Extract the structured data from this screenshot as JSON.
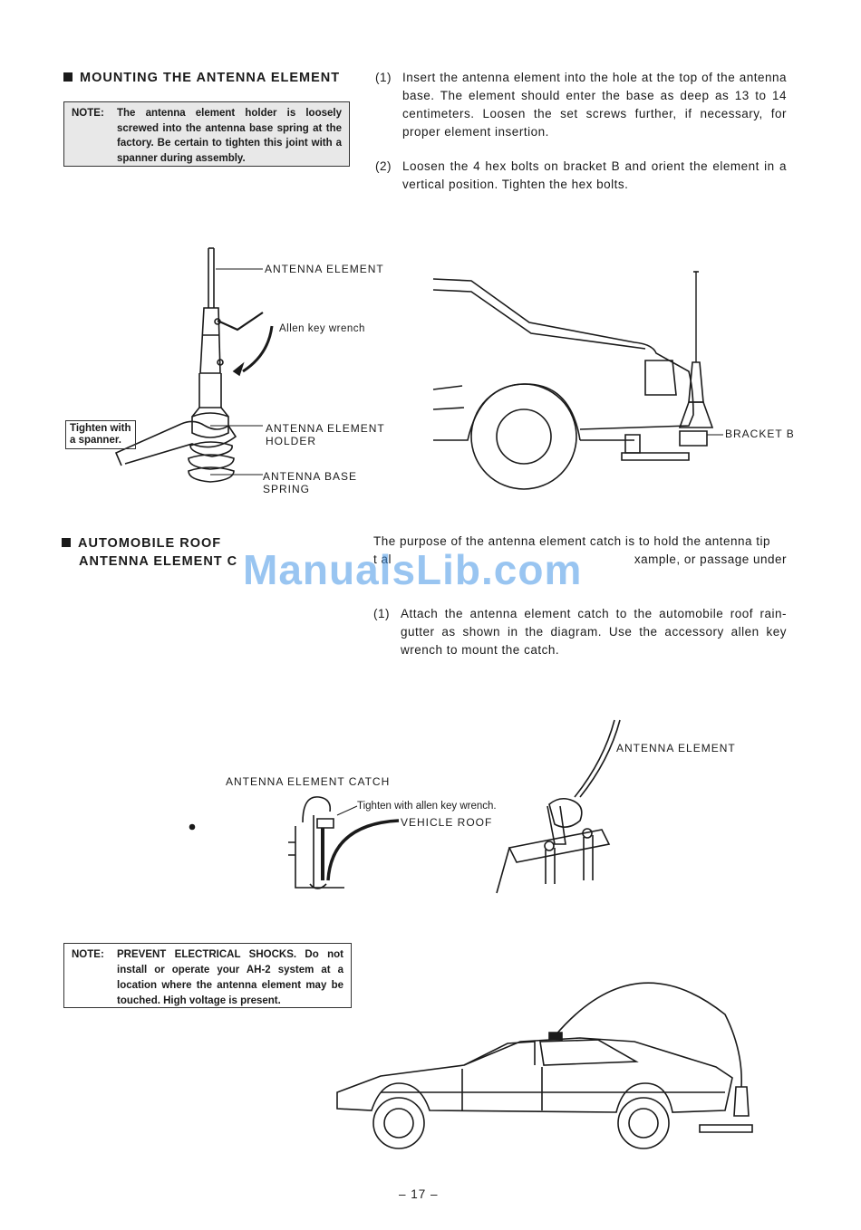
{
  "section1": {
    "heading": "MOUNTING THE ANTENNA ELEMENT",
    "note_label": "NOTE:",
    "note_text": "The antenna element holder is loosely screwed into the antenna base spring at the factory. Be certain to tighten this joint with a spanner during assembly.",
    "steps": [
      {
        "num": "(1)",
        "text": "Insert the antenna element into the hole at the top of the antenna base. The element should enter the base as deep as 13 to 14 centimeters. Loosen the set screws further, if necessary, for proper element insertion."
      },
      {
        "num": "(2)",
        "text": "Loosen the 4 hex bolts on bracket B and orient the element in a vertical position. Tighten the hex bolts."
      }
    ]
  },
  "figure1": {
    "antenna_element": "ANTENNA ELEMENT",
    "allen_key": "Allen key wrench",
    "tighten_spanner_1": "Tighten with",
    "tighten_spanner_2": "a spanner.",
    "holder_1": "ANTENNA ELEMENT",
    "holder_2": "HOLDER",
    "base_1": "ANTENNA BASE",
    "base_2": "SPRING",
    "bracket_b": "BRACKET B"
  },
  "section2": {
    "heading_1": "AUTOMOBILE ROOF",
    "heading_2": "ANTENNA ELEMENT C",
    "intro_1": "The purpose of the antenna element catch is to hold the antenna tip",
    "intro_2a": "t al",
    "intro_2b": "xample, or passage under",
    "steps": [
      {
        "num": "(1)",
        "text": "Attach the antenna element catch to the automobile roof rain-gutter as shown in the diagram. Use the accessory allen key wrench to mount the catch."
      }
    ]
  },
  "watermark": "ManualsLib.com",
  "figure2": {
    "catch_label": "ANTENNA ELEMENT CATCH",
    "tighten_allen": "Tighten with allen key wrench.",
    "vehicle_roof": "VEHICLE ROOF",
    "antenna_element": "ANTENNA ELEMENT"
  },
  "note2": {
    "label": "NOTE:",
    "text": "PREVENT ELECTRICAL SHOCKS. Do not install or operate your AH-2 system at a location where the antenna element may be touched. High voltage is present."
  },
  "page_number": "– 17 –"
}
